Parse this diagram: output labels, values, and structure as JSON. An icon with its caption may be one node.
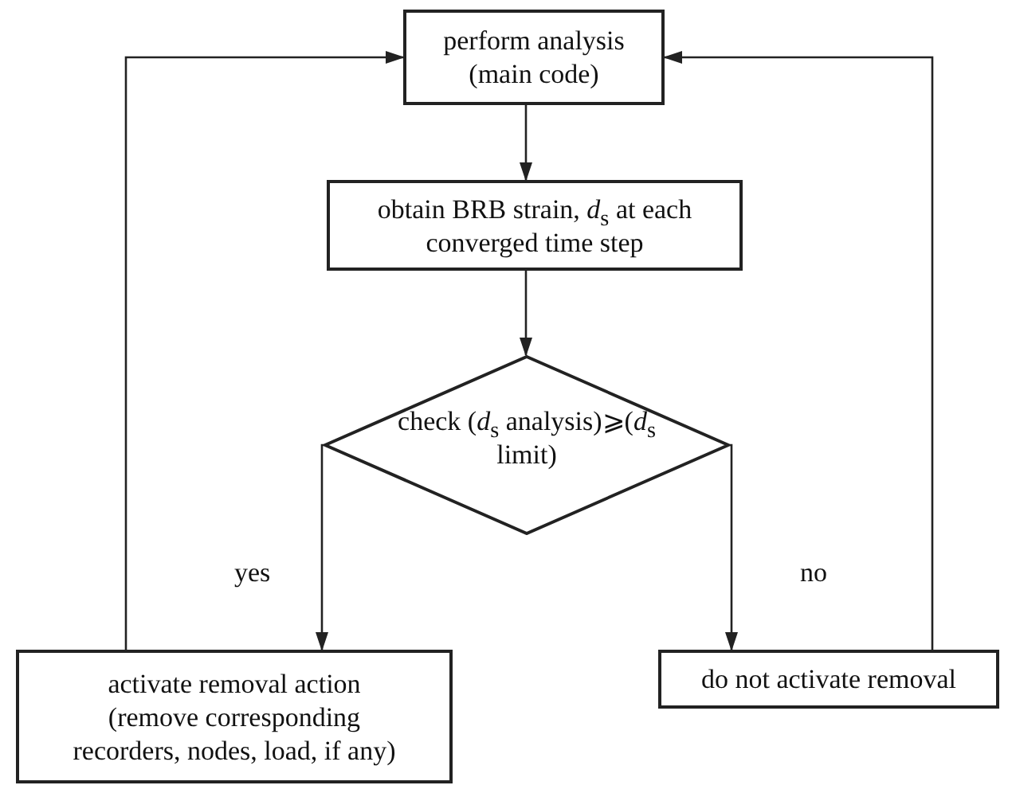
{
  "diagram": {
    "nodes": [
      {
        "text": [
          "perform analysis (main code)"
        ]
      },
      {
        "text": [
          "obtain BRB strain, *d*$_{s}$ at each converged time step"
        ]
      },
      {
        "text": [
          "check (*d*$_{s}$ analysis)⩾(*d*$_{s}$ limit)"
        ]
      },
      {
        "text": [
          "activate removal action (remove corresponding recorders, nodes, load, if any)"
        ]
      },
      {
        "text": [
          "do not activate removal"
        ]
      }
    ],
    "edges": [
      {
        "from": 0,
        "to": 1,
        "arrow": "to"
      },
      {
        "from": 1,
        "to": 2,
        "arrow": "to"
      },
      {
        "from": 2,
        "to": 3,
        "arrow": "to",
        "label": "yes"
      },
      {
        "from": 2,
        "to": 4,
        "arrow": "to",
        "label": "no"
      },
      {
        "from": 3,
        "to": 0,
        "arrow": "to"
      },
      {
        "from": 4,
        "to": 0,
        "arrow": "to"
      }
    ]
  }
}
